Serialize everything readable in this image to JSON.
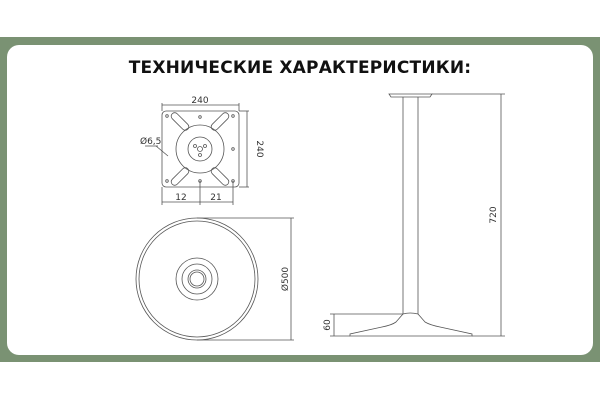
{
  "title": "ТЕХНИЧЕСКИЕ ХАРАКТЕРИСТИКИ:",
  "plate": {
    "width": "240",
    "height": "240",
    "hole": "Ø6,5",
    "offset_left": "12",
    "offset_right": "21"
  },
  "base": {
    "diameter": "Ø500"
  },
  "column": {
    "height": "720",
    "base_height": "60"
  },
  "colors": {
    "frame": "#7a9273",
    "line": "#555555"
  }
}
